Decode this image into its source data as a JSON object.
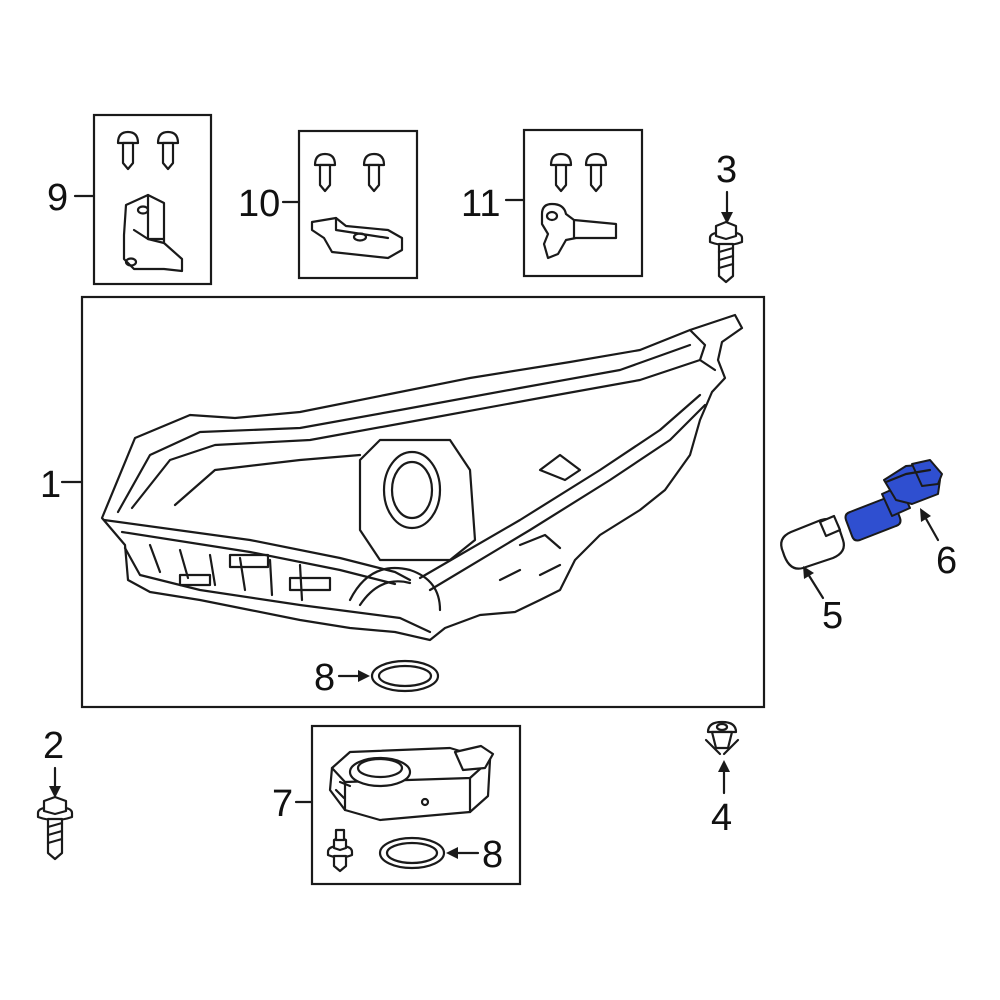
{
  "diagram": {
    "callouts": {
      "c1": "1",
      "c2": "2",
      "c3": "3",
      "c4": "4",
      "c5": "5",
      "c6": "6",
      "c7": "7",
      "c8a": "8",
      "c8b": "8",
      "c9": "9",
      "c10": "10",
      "c11": "11"
    },
    "highlight_color": "#2f4fd0",
    "line_color": "#1a1a1a"
  }
}
